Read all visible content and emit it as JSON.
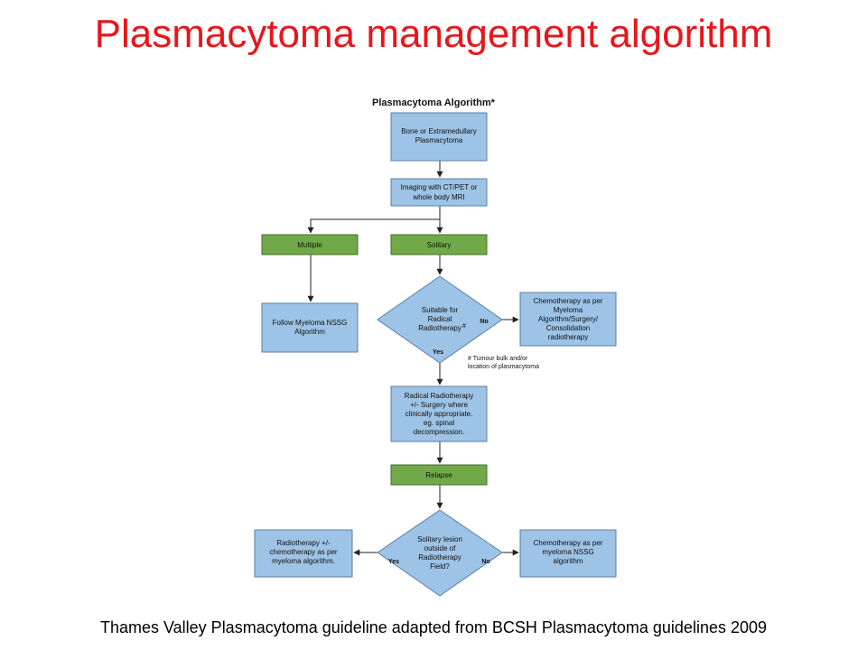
{
  "slide": {
    "title": "Plasmacytoma management algorithm",
    "footer": "Thames Valley Plasmacytoma guideline adapted from BCSH Plasmacytoma  guidelines 2009"
  },
  "flowchart": {
    "heading": "Plasmacytoma Algorithm*",
    "nodes": {
      "start": [
        "Bone or Extramedullary",
        "Plasmacytoma"
      ],
      "imaging": [
        "Imaging with CT/PET or",
        "whole body MRI"
      ],
      "multiple": "Multiple",
      "solitary": "Solitary",
      "follow_nssg": [
        "Follow Myeloma NSSG",
        "Algorithm"
      ],
      "suitable": [
        "Suitable for",
        "Radical",
        "Radiotherapy"
      ],
      "suitable_mark": "#",
      "chemo_first": [
        "Chemotherapy as per",
        "Myeloma",
        "Algorithm/Surgery/",
        "Consolidation",
        "radiotherapy"
      ],
      "radical": [
        "Radical Radiotherapy",
        "+/- Surgery where",
        "clinically appropriate.",
        "eg. spinal",
        "decompression."
      ],
      "relapse": "Relapse",
      "solitary_lesion": [
        "Solitary lesion",
        "outside of",
        "Radiotherapy",
        "Field?"
      ],
      "rt_chemo": [
        "Radiotherapy +/-",
        "chemotherapy as per",
        "myeloma algorithm."
      ],
      "chemo_nssg": [
        "Chemotherapy as per",
        "myeloma NSSG",
        "algorithm"
      ]
    },
    "labels": {
      "no_1": "No",
      "yes_1": "Yes",
      "yes_2": "Yes",
      "no_2": "No"
    },
    "footnote": [
      "# Tumour bulk and/or",
      "location of plasmacytoma"
    ]
  }
}
